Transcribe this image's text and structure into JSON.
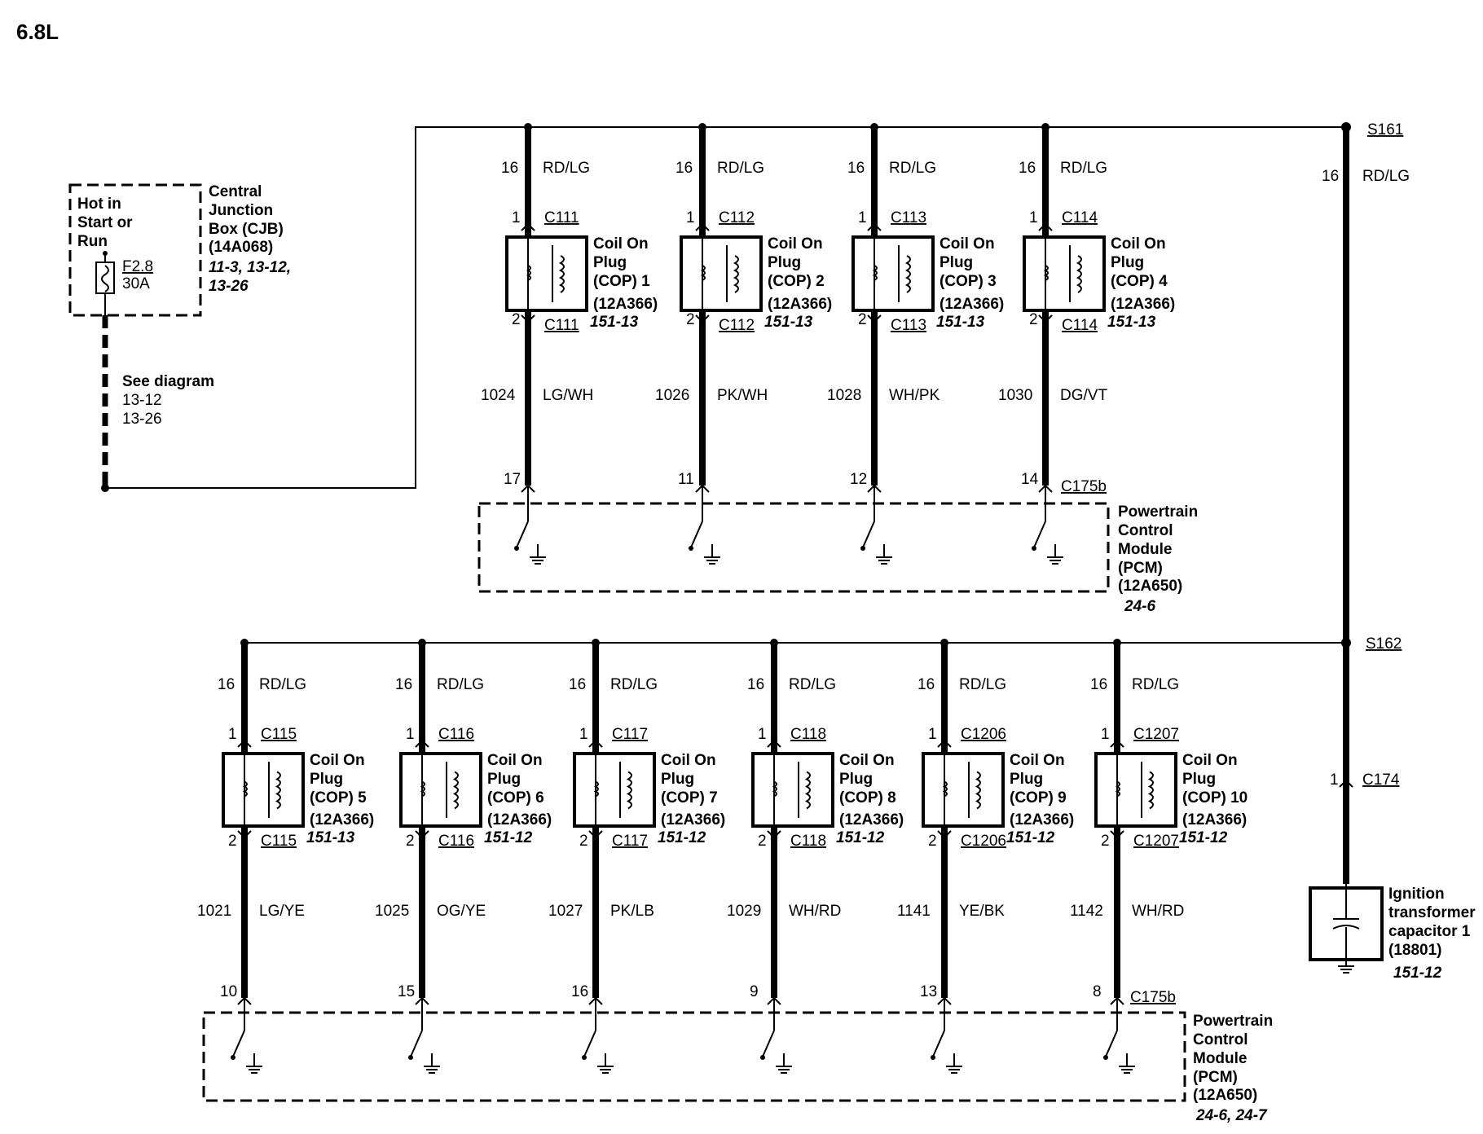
{
  "engine": "6.8L",
  "cjb": {
    "hot_label": [
      "Hot in",
      "Start or",
      "Run"
    ],
    "fuse_id": "F2.8",
    "fuse_rating": "30A",
    "name": [
      "Central",
      "Junction",
      "Box (CJB)",
      "(14A068)"
    ],
    "refs": [
      "11-3, 13-12,",
      "13-26"
    ],
    "see": "See diagram",
    "see_refs": [
      "13-12",
      "13-26"
    ]
  },
  "splices": {
    "top": "S161",
    "bottom": "S162"
  },
  "feed": {
    "gauge": "16",
    "color": "RD/LG"
  },
  "pcm_connector": "C175b",
  "pcm": {
    "name": [
      "Powertrain",
      "Control",
      "Module",
      "(PCM)",
      "(12A650)"
    ],
    "ref_top": "24-6",
    "ref_bottom": "24-6, 24-7"
  },
  "coil_text": [
    "Coil On",
    "Plug"
  ],
  "coil_part": "(12A366)",
  "coils": [
    {
      "num": "1",
      "conn": "C111",
      "ref": "151-13",
      "circuit": "1024",
      "color": "LG/WH",
      "pin": "17",
      "feed_gauge": "16",
      "feed_color": "RD/LG",
      "pin_in": "1",
      "pin_out": "2"
    },
    {
      "num": "2",
      "conn": "C112",
      "ref": "151-13",
      "circuit": "1026",
      "color": "PK/WH",
      "pin": "11",
      "feed_gauge": "16",
      "feed_color": "RD/LG",
      "pin_in": "1",
      "pin_out": "2"
    },
    {
      "num": "3",
      "conn": "C113",
      "ref": "151-13",
      "circuit": "1028",
      "color": "WH/PK",
      "pin": "12",
      "feed_gauge": "16",
      "feed_color": "RD/LG",
      "pin_in": "1",
      "pin_out": "2"
    },
    {
      "num": "4",
      "conn": "C114",
      "ref": "151-13",
      "circuit": "1030",
      "color": "DG/VT",
      "pin": "14",
      "feed_gauge": "16",
      "feed_color": "RD/LG",
      "pin_in": "1",
      "pin_out": "2"
    },
    {
      "num": "5",
      "conn": "C115",
      "ref": "151-13",
      "circuit": "1021",
      "color": "LG/YE",
      "pin": "10",
      "feed_gauge": "16",
      "feed_color": "RD/LG",
      "pin_in": "1",
      "pin_out": "2"
    },
    {
      "num": "6",
      "conn": "C116",
      "ref": "151-12",
      "circuit": "1025",
      "color": "OG/YE",
      "pin": "15",
      "feed_gauge": "16",
      "feed_color": "RD/LG",
      "pin_in": "1",
      "pin_out": "2"
    },
    {
      "num": "7",
      "conn": "C117",
      "ref": "151-12",
      "circuit": "1027",
      "color": "PK/LB",
      "pin": "16",
      "feed_gauge": "16",
      "feed_color": "RD/LG",
      "pin_in": "1",
      "pin_out": "2"
    },
    {
      "num": "8",
      "conn": "C118",
      "ref": "151-12",
      "circuit": "1029",
      "color": "WH/RD",
      "pin": "9",
      "feed_gauge": "16",
      "feed_color": "RD/LG",
      "pin_in": "1",
      "pin_out": "2"
    },
    {
      "num": "9",
      "conn": "C1206",
      "ref": "151-12",
      "circuit": "1141",
      "color": "YE/BK",
      "pin": "13",
      "feed_gauge": "16",
      "feed_color": "RD/LG",
      "pin_in": "1",
      "pin_out": "2"
    },
    {
      "num": "10",
      "conn": "C1207",
      "ref": "151-12",
      "circuit": "1142",
      "color": "WH/RD",
      "pin": "8",
      "feed_gauge": "16",
      "feed_color": "RD/LG",
      "pin_in": "1",
      "pin_out": "2"
    }
  ],
  "capacitor": {
    "connector": "C174",
    "pin": "1",
    "name": [
      "Ignition",
      "transformer",
      "capacitor 1",
      "(18801)"
    ],
    "ref": "151-12"
  }
}
